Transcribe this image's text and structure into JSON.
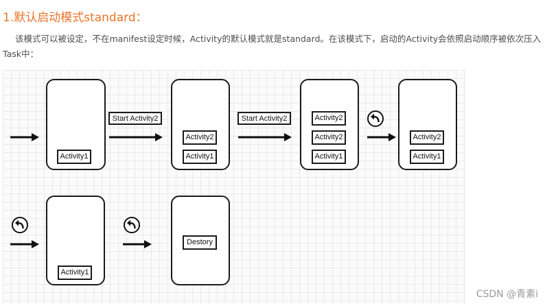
{
  "heading": "1.默认启动模式standard：",
  "paragraph": "该模式可以被设定，不在manifest设定时候，Activity的默认模式就是standard。在该模式下，启动的Activity会依照启动顺序被依次压入Task中：",
  "labels": {
    "activity1": "Activity1",
    "activity2": "Activity2",
    "start_activity2": "Start Activity2",
    "destory": "Destory"
  },
  "icons": {
    "back": "back-arrow-circle-icon",
    "arrow": "right-arrow-icon"
  },
  "watermark": "CSDN @青素i"
}
